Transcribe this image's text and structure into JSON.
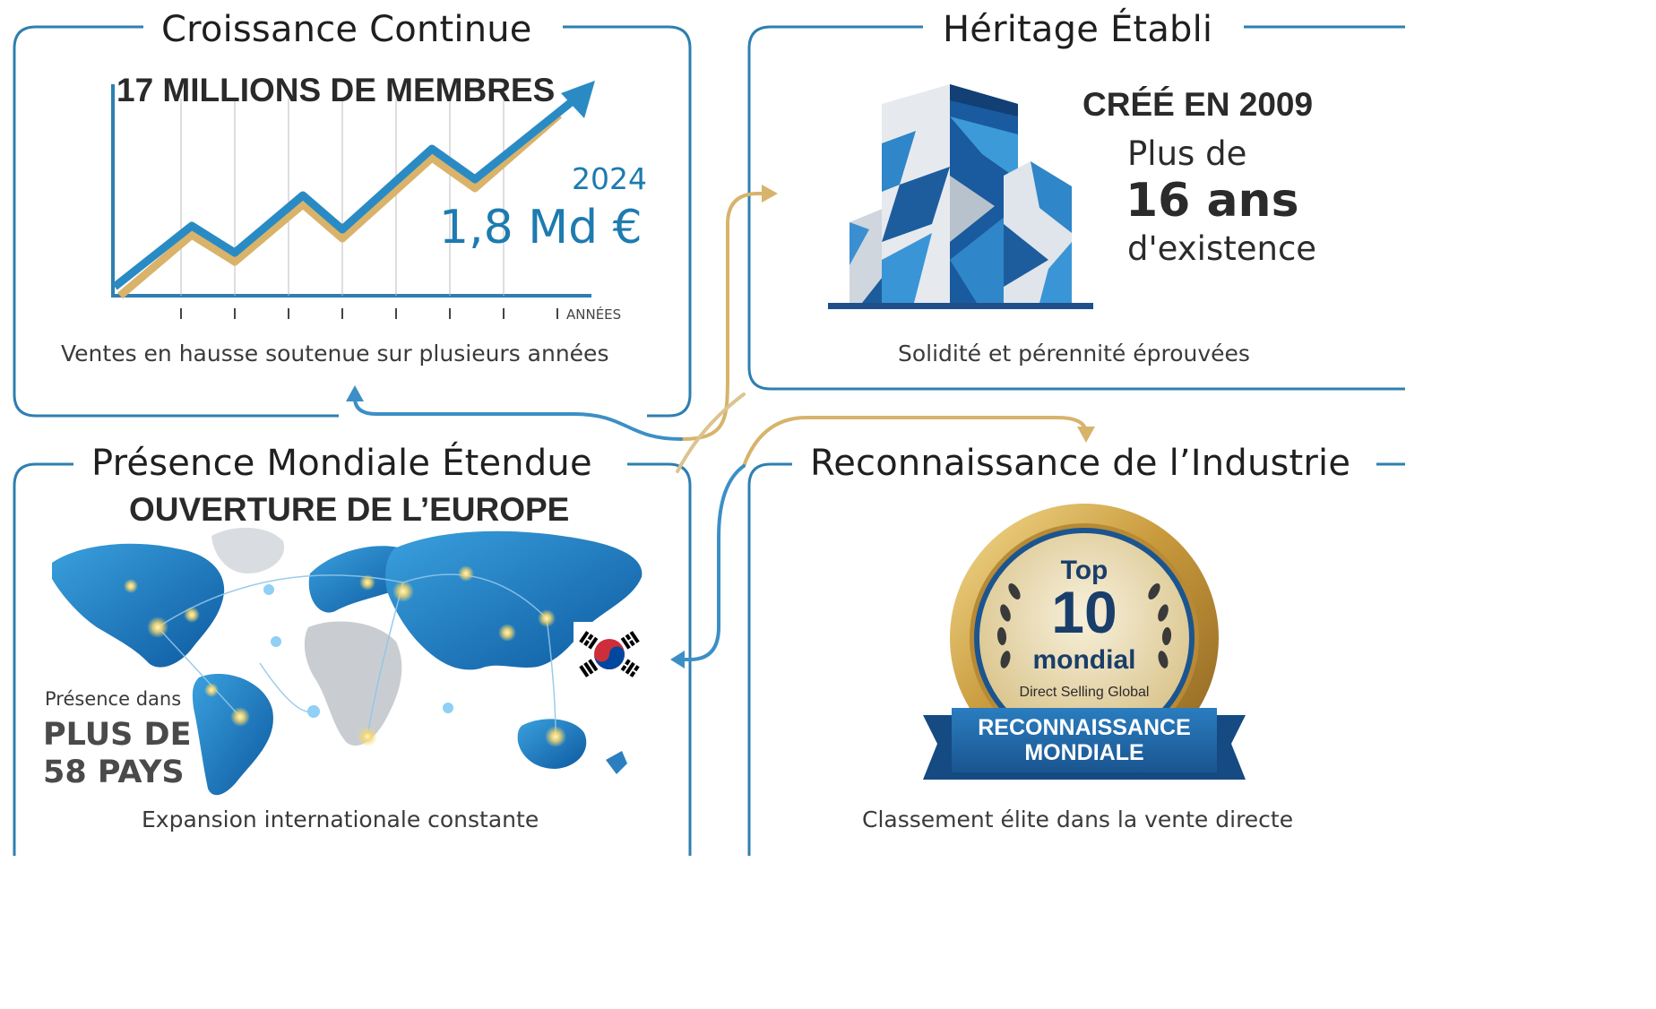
{
  "colors": {
    "frame_blue": "#2e7fb0",
    "chart_blue": "#2a8bc4",
    "gold": "#c9a45a",
    "text_dark": "#1f1f1f",
    "value_blue": "#1d7bb0"
  },
  "panels": {
    "growth": {
      "title": "Croissance Continue",
      "headline": "17 MILLIONS DE MEMBRES",
      "year": "2024",
      "amount": "1,8 Md €",
      "axis_label": "ANNÉES",
      "caption": "Ventes en hausse soutenue sur plusieurs années",
      "icon": "growth-chart-icon"
    },
    "heritage": {
      "title": "Héritage Établi",
      "headline": "CRÉÉ EN 2009",
      "line1": "Plus de",
      "big": "16 ans",
      "line3": "d'existence",
      "caption": "Solidité et pérennité éprouvées",
      "icon": "building-icon"
    },
    "global": {
      "title": "Présence Mondiale Étendue",
      "headline": "OUVERTURE DE L’EUROPE",
      "presence_small": "Présence dans",
      "presence_big1": "PLUS DE",
      "presence_big2": "58 PAYS",
      "caption": "Expansion internationale constante",
      "icon": "world-map-icon",
      "flag_icon": "south-korea-flag-icon"
    },
    "industry": {
      "title": "Reconnaissance de l’Industrie",
      "medal_top": "Top",
      "medal_num": "10",
      "medal_word": "mondial",
      "medal_sub": "Direct Selling Global",
      "ribbon1": "RECONNAISSANCE",
      "ribbon2": "MONDIALE",
      "caption": "Classement élite dans la vente directe",
      "icon": "medal-icon"
    }
  }
}
